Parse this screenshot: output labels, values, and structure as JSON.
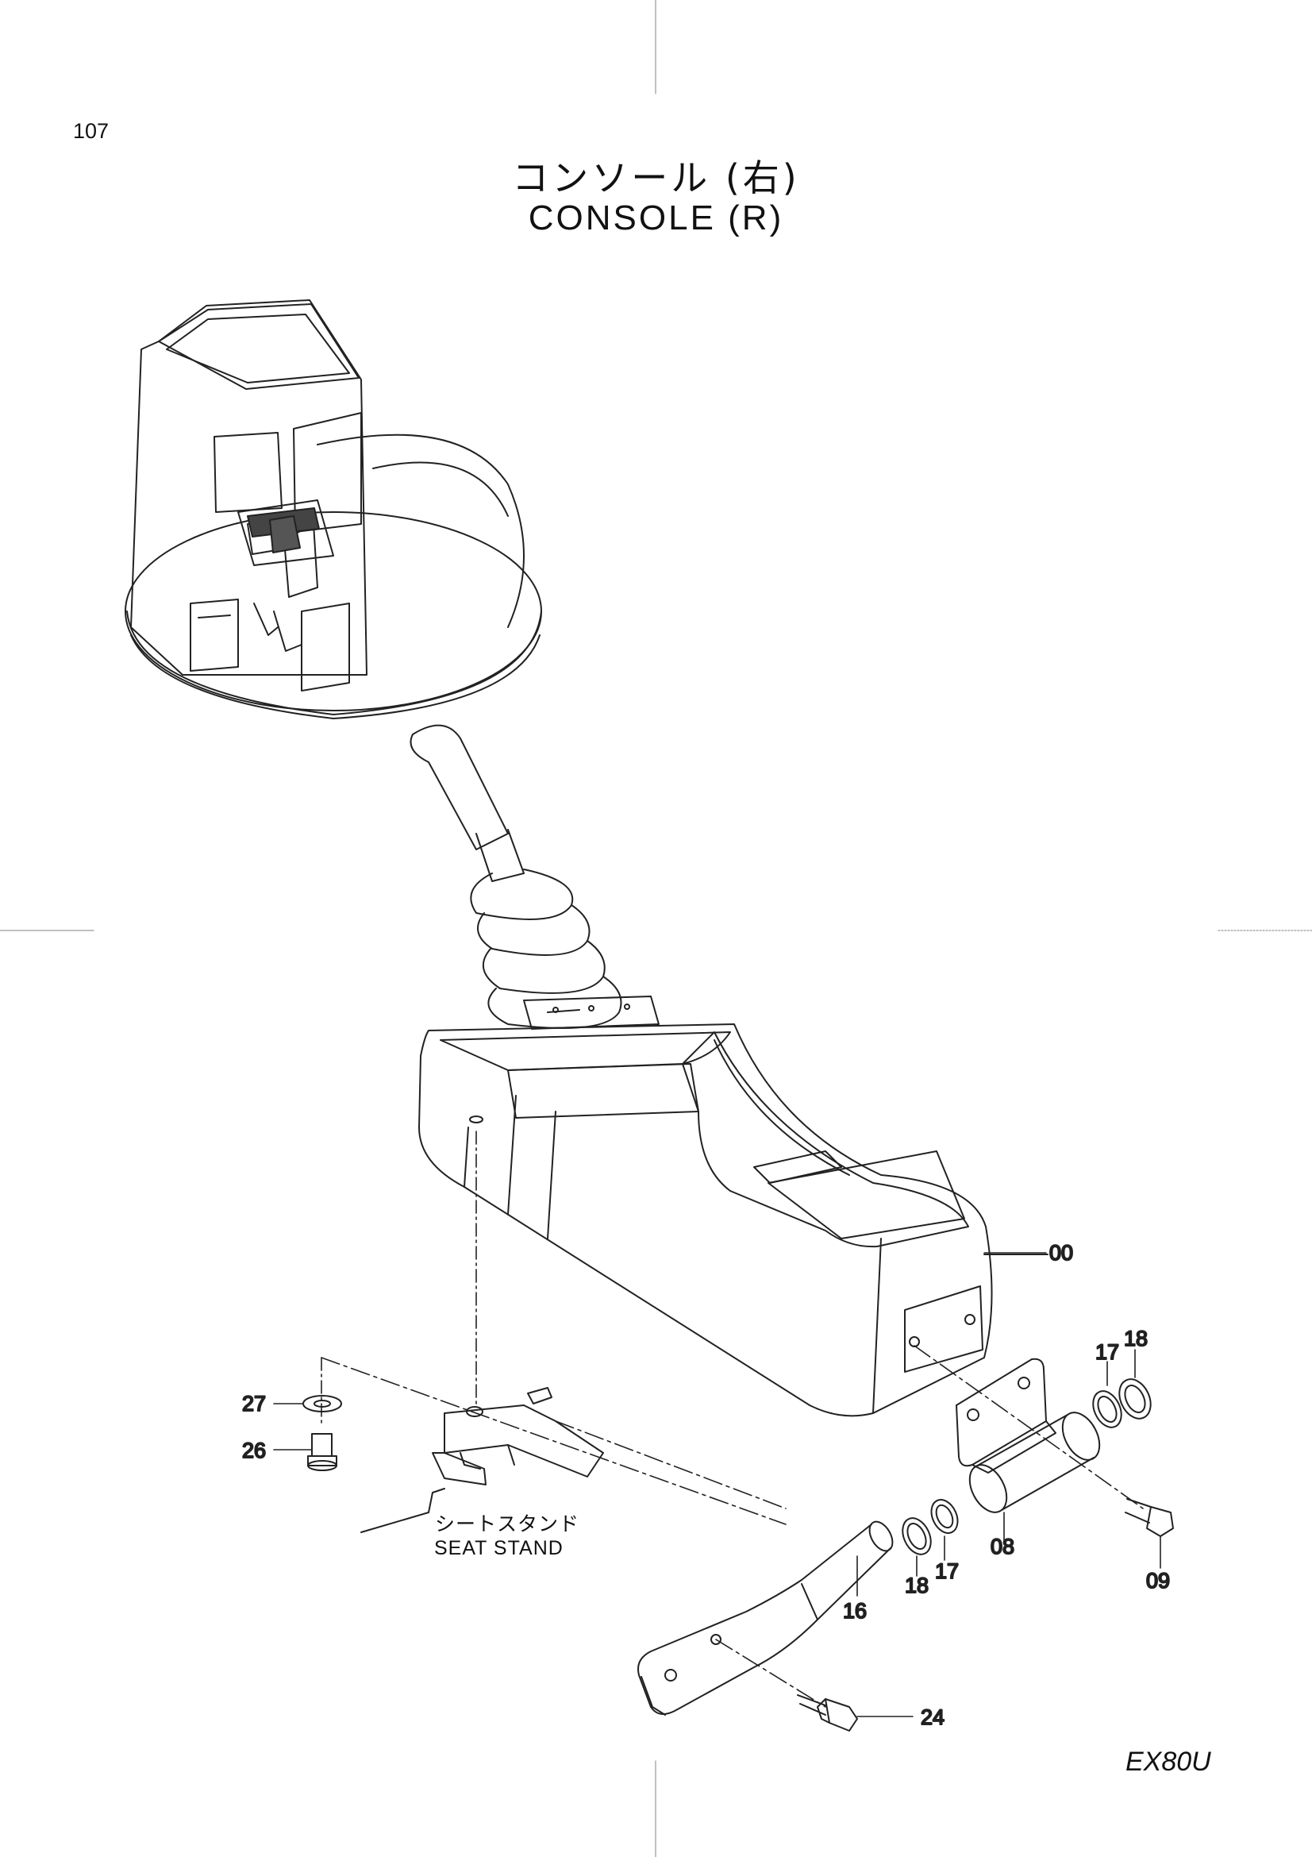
{
  "page": {
    "number": "107",
    "model": "EX80U"
  },
  "title": {
    "jp": "コンソール (右)",
    "en": "CONSOLE (R)"
  },
  "seat_stand": {
    "jp": "シートスタンド",
    "en": "SEAT STAND"
  },
  "callouts": {
    "c00": "00",
    "c08": "08",
    "c09": "09",
    "c16": "16",
    "c17a": "17",
    "c17b": "17",
    "c18a": "18",
    "c18b": "18",
    "c24": "24",
    "c26": "26",
    "c27": "27"
  }
}
